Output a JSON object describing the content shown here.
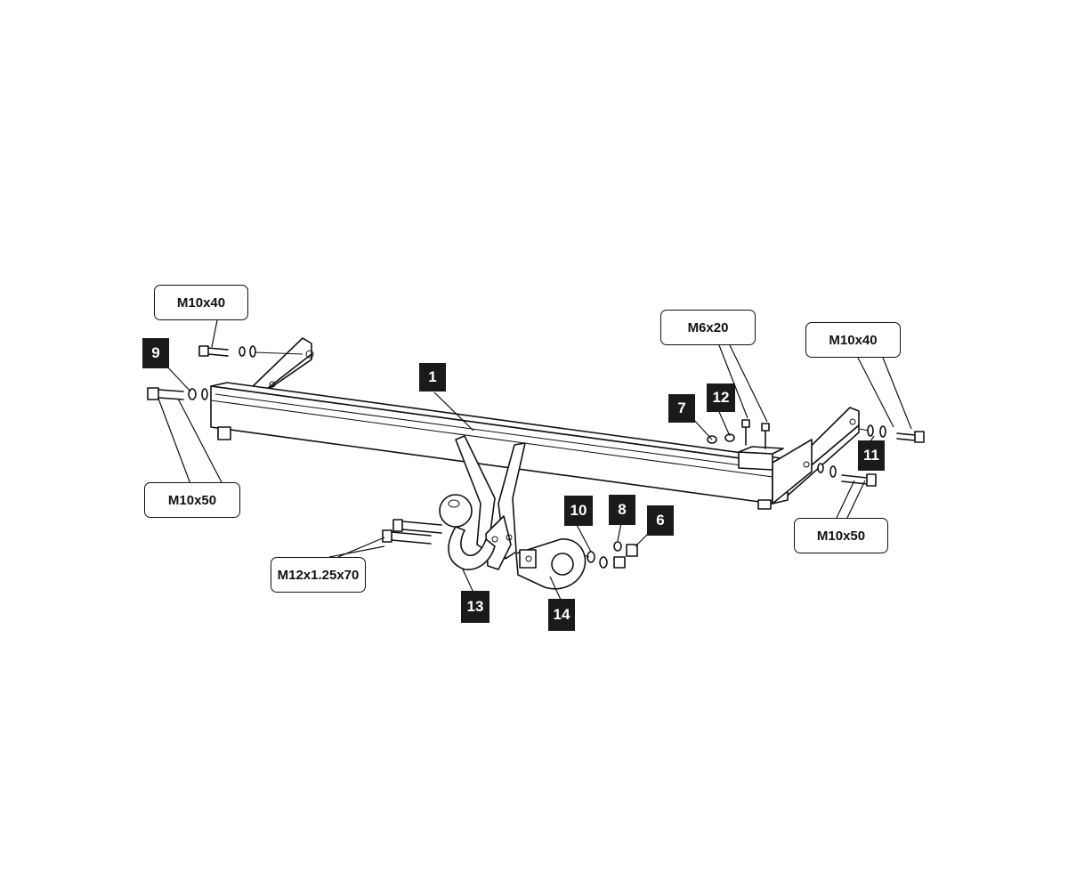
{
  "callouts": {
    "m10x40_left": "M10x40",
    "m10x50_left": "M10x50",
    "m6x20": "M6x20",
    "m10x40_right": "M10x40",
    "m10x50_right": "M10x50",
    "m12": "M12x1.25x70"
  },
  "parts": {
    "p1": "1",
    "p6": "6",
    "p7": "7",
    "p8": "8",
    "p9": "9",
    "p10": "10",
    "p11": "11",
    "p12": "12",
    "p13": "13",
    "p14": "14"
  }
}
